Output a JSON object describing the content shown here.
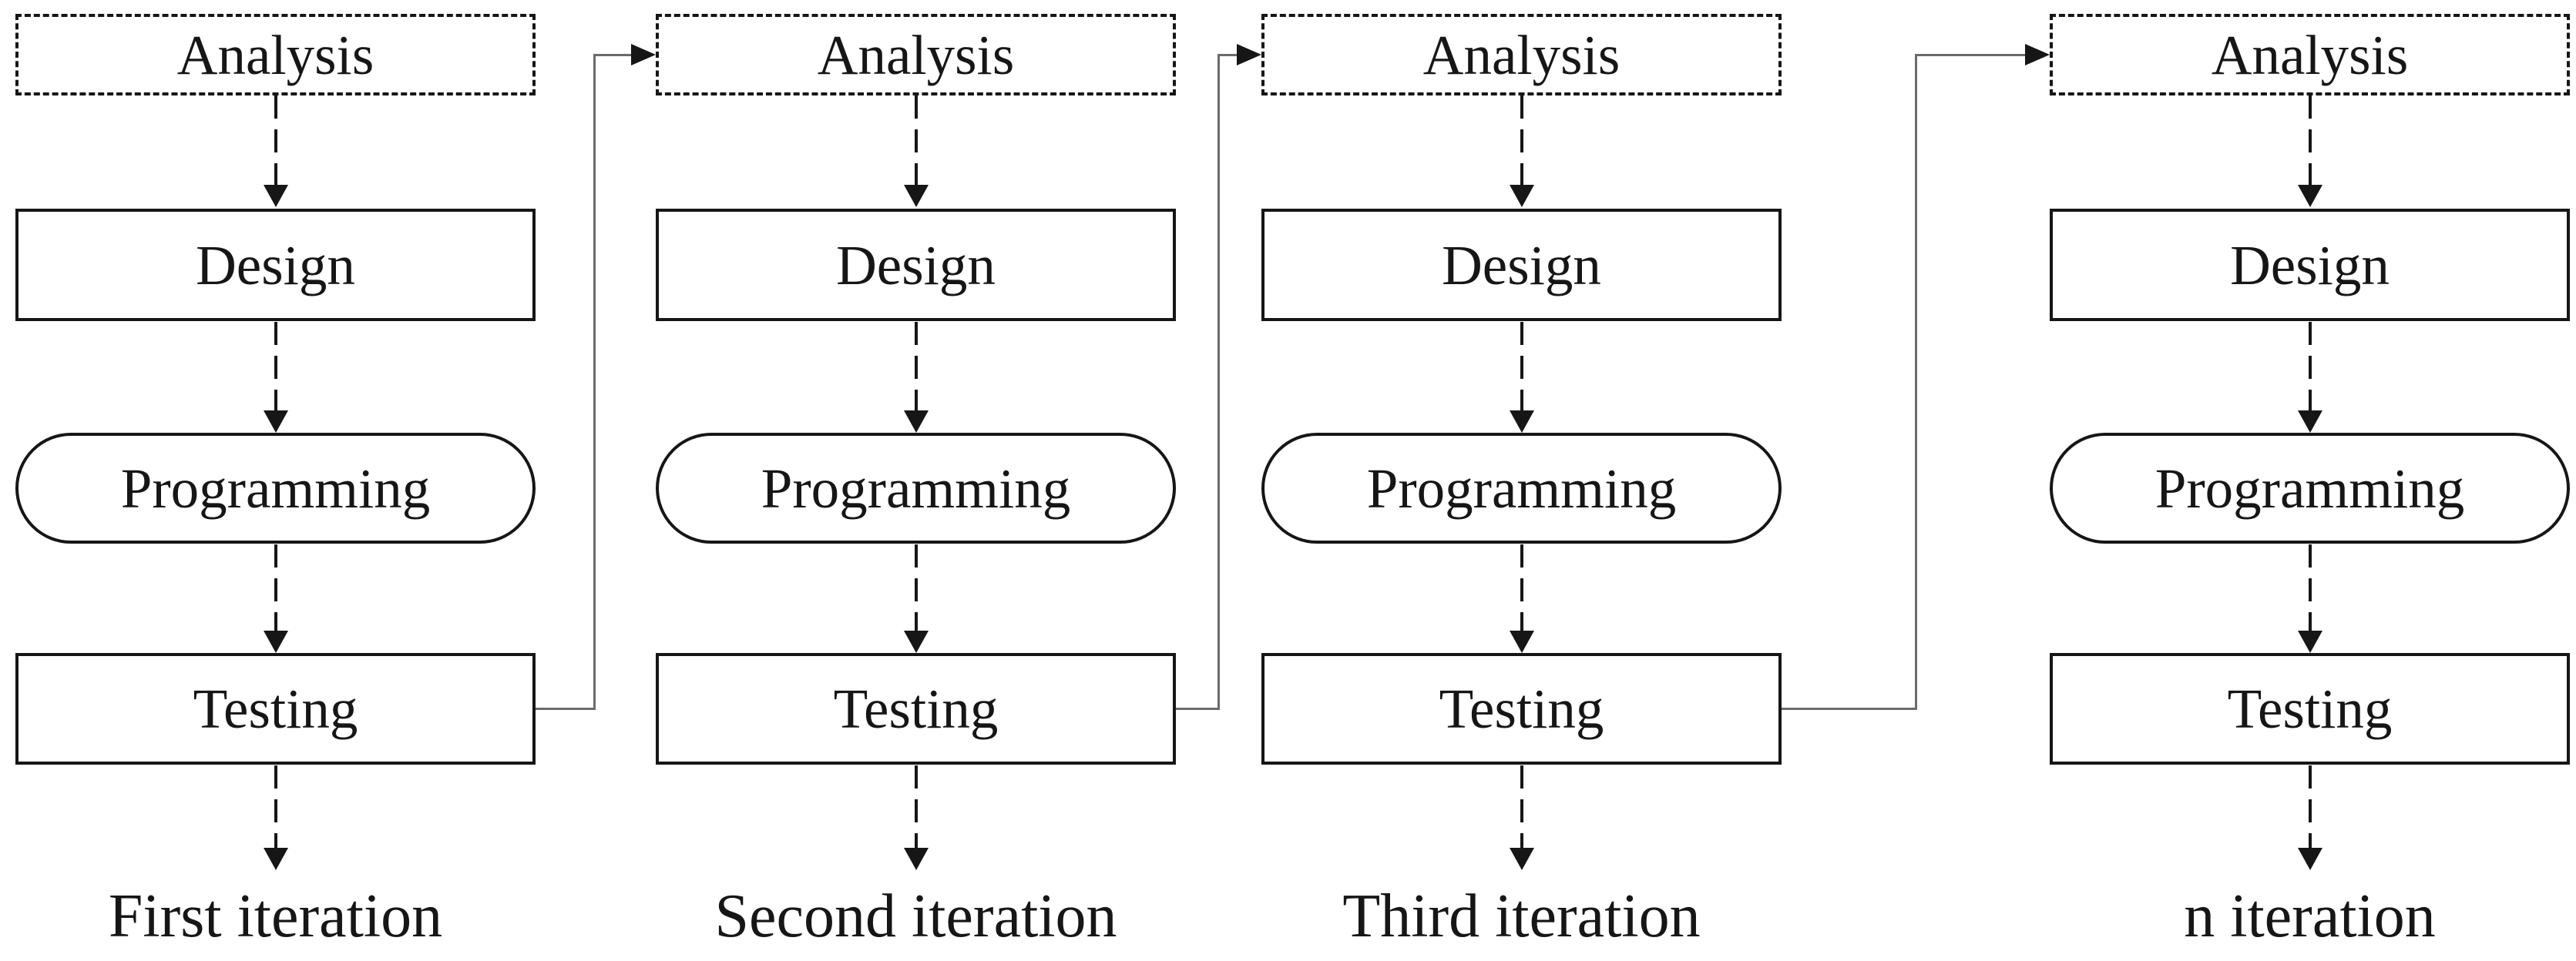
{
  "diagram": {
    "columns": [
      {
        "analysis": "Analysis",
        "design": "Design",
        "programming": "Programming",
        "testing": "Testing",
        "label": "First iteration"
      },
      {
        "analysis": "Analysis",
        "design": "Design",
        "programming": "Programming",
        "testing": "Testing",
        "label": "Second iteration"
      },
      {
        "analysis": "Analysis",
        "design": "Design",
        "programming": "Programming",
        "testing": "Testing",
        "label": "Third iteration"
      },
      {
        "analysis": "Analysis",
        "design": "Design",
        "programming": "Programming",
        "testing": "Testing",
        "label": "n iteration"
      }
    ],
    "colors": {
      "background": "#ffffff",
      "node_border": "#161616",
      "text": "#161616",
      "connector_line": "#6b6b6b",
      "arrowhead": "#161616"
    }
  }
}
